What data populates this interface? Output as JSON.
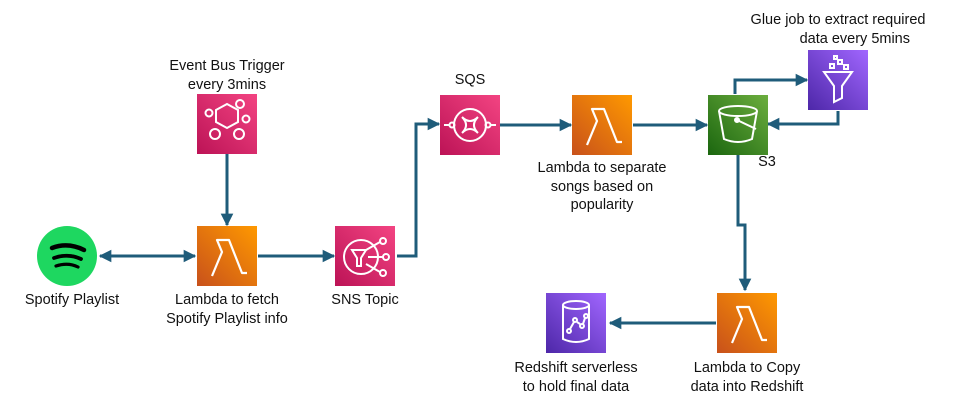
{
  "nodes": {
    "event_bus": {
      "icon": "eventbridge-icon",
      "color": "#E7157B",
      "label": [
        "Event Bus Trigger",
        "every 3mins"
      ]
    },
    "spotify": {
      "icon": "spotify-logo",
      "color": "#1ED760",
      "label": [
        "Spotify Playlist"
      ]
    },
    "lambda_fetch": {
      "icon": "lambda-icon",
      "color": "#ED7100",
      "label": [
        "Lambda to fetch",
        "Spotify Playlist info"
      ]
    },
    "sns": {
      "icon": "sns-icon",
      "color": "#E7157B",
      "label": [
        "SNS Topic"
      ]
    },
    "sqs": {
      "icon": "sqs-icon",
      "color": "#E7157B",
      "label": [
        "SQS"
      ]
    },
    "lambda_separate": {
      "icon": "lambda-icon",
      "color": "#ED7100",
      "label": [
        "Lambda to separate",
        "songs based on",
        "popularity"
      ]
    },
    "s3": {
      "icon": "s3-bucket-icon",
      "color": "#3F8624",
      "label": [
        "S3"
      ]
    },
    "glue": {
      "icon": "glue-icon",
      "color": "#8C4FFF",
      "label": [
        "Glue job to extract required",
        "data every 5mins"
      ]
    },
    "lambda_copy": {
      "icon": "lambda-icon",
      "color": "#ED7100",
      "label": [
        "Lambda to Copy",
        "data into Redshift"
      ]
    },
    "redshift": {
      "icon": "redshift-icon",
      "color": "#8C4FFF",
      "label": [
        "Redshift serverless",
        "to hold final data"
      ]
    }
  },
  "edge_color": "#1F5C7A"
}
